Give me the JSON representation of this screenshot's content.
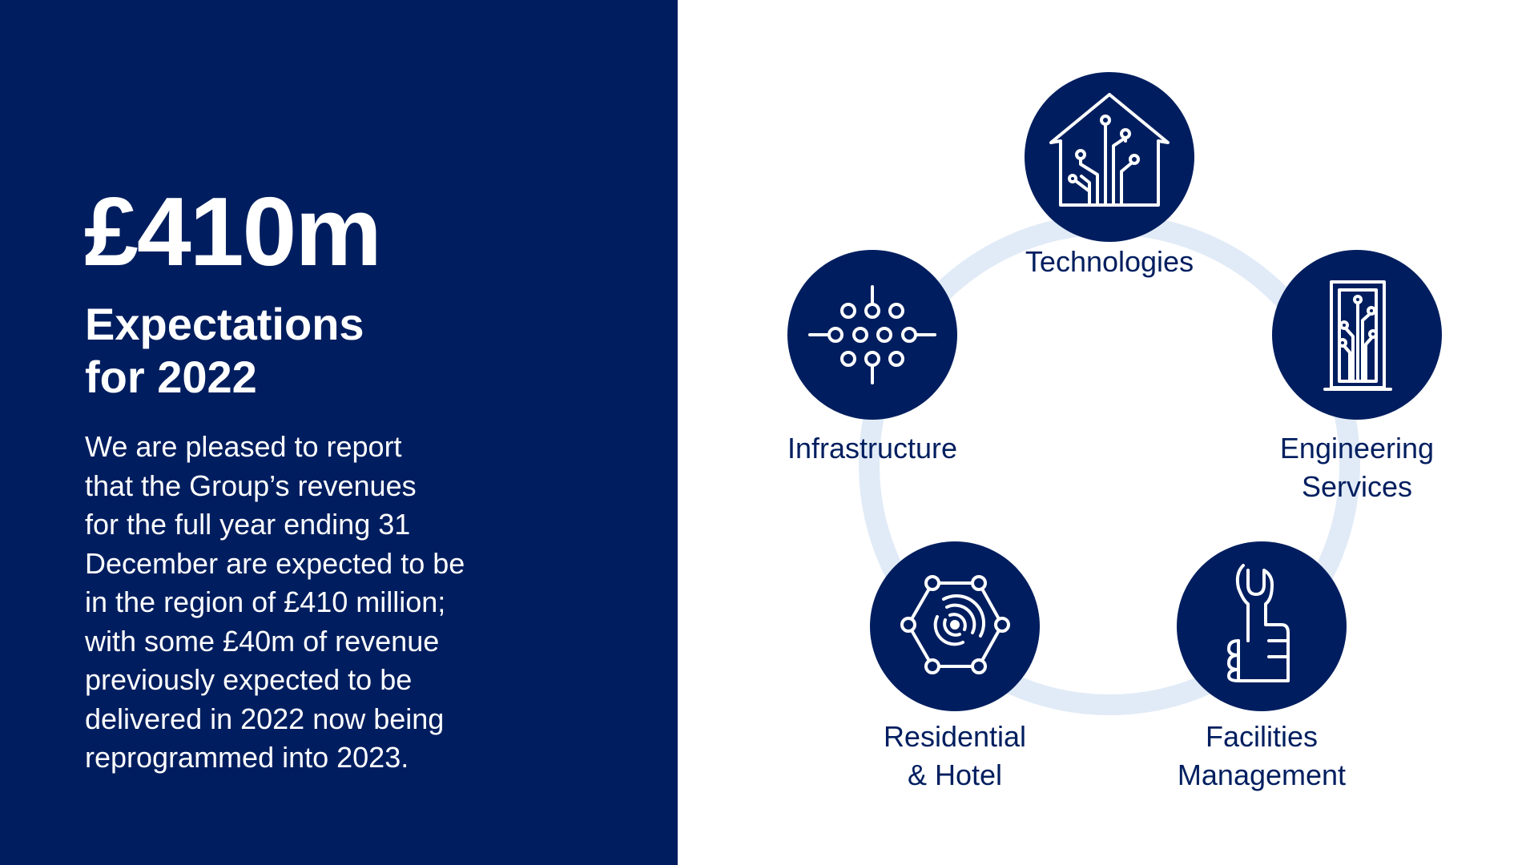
{
  "headline": {
    "value": "£410m",
    "title": "Expectations\nfor 2022",
    "body": "We are pleased to report\nthat the Group’s revenues\nfor the full year ending 31\nDecember are expected to be\nin the region of £410 million;\nwith some £40m of revenue\npreviously expected to be\ndelivered in 2022 now being\nreprogrammed into 2023."
  },
  "colors": {
    "navy": "#001e5f",
    "ring": "#e1ebf7",
    "white": "#ffffff"
  },
  "diagram": {
    "nodes": [
      {
        "id": "technologies",
        "label": "Technologies",
        "icon": "smart-home-circuit-icon"
      },
      {
        "id": "engineering",
        "label": "Engineering\nServices",
        "icon": "building-circuit-icon"
      },
      {
        "id": "facilities",
        "label": "Facilities\nManagement",
        "icon": "thumbs-up-wrench-icon"
      },
      {
        "id": "residential",
        "label": "Residential\n& Hotel",
        "icon": "wireless-network-hexagon-icon"
      },
      {
        "id": "infrastructure",
        "label": "Infrastructure",
        "icon": "node-grid-icon"
      }
    ]
  }
}
